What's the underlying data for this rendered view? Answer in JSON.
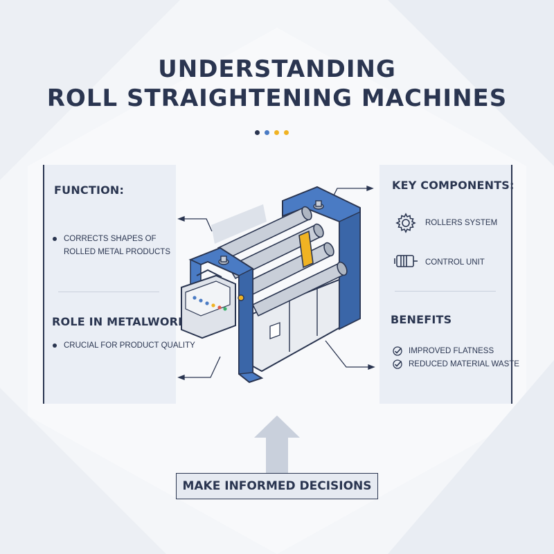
{
  "title": {
    "line1": "UNDERSTANDING",
    "line2": "ROLL STRAIGHTENING MACHINES"
  },
  "colors": {
    "navy": "#2a3550",
    "accent_blue": "#4a7bc4",
    "accent_yellow": "#f0b323",
    "panel_bg": "#e8ecf3"
  },
  "left_panel": {
    "function": {
      "heading": "FUNCTION:",
      "item_line1": "CORRECTS SHAPES OF",
      "item_line2": "ROLLED METAL PRODUCTS"
    },
    "role": {
      "heading": "ROLE IN METALWORKING:",
      "item": "CRUCIAL FOR PRODUCT QUALITY"
    }
  },
  "right_panel": {
    "components": {
      "heading": "KEY COMPONENTS:",
      "items": [
        {
          "label": "ROLLERS SYSTEM",
          "icon": "gear-icon"
        },
        {
          "label": "CONTROL UNIT",
          "icon": "motor-icon"
        }
      ]
    },
    "benefits": {
      "heading": "BENEFITS",
      "items": [
        "IMPROVED FLATNESS",
        "REDUCED MATERIAL WASTE"
      ]
    }
  },
  "cta": {
    "label": "MAKE INFORMED DECISIONS"
  }
}
